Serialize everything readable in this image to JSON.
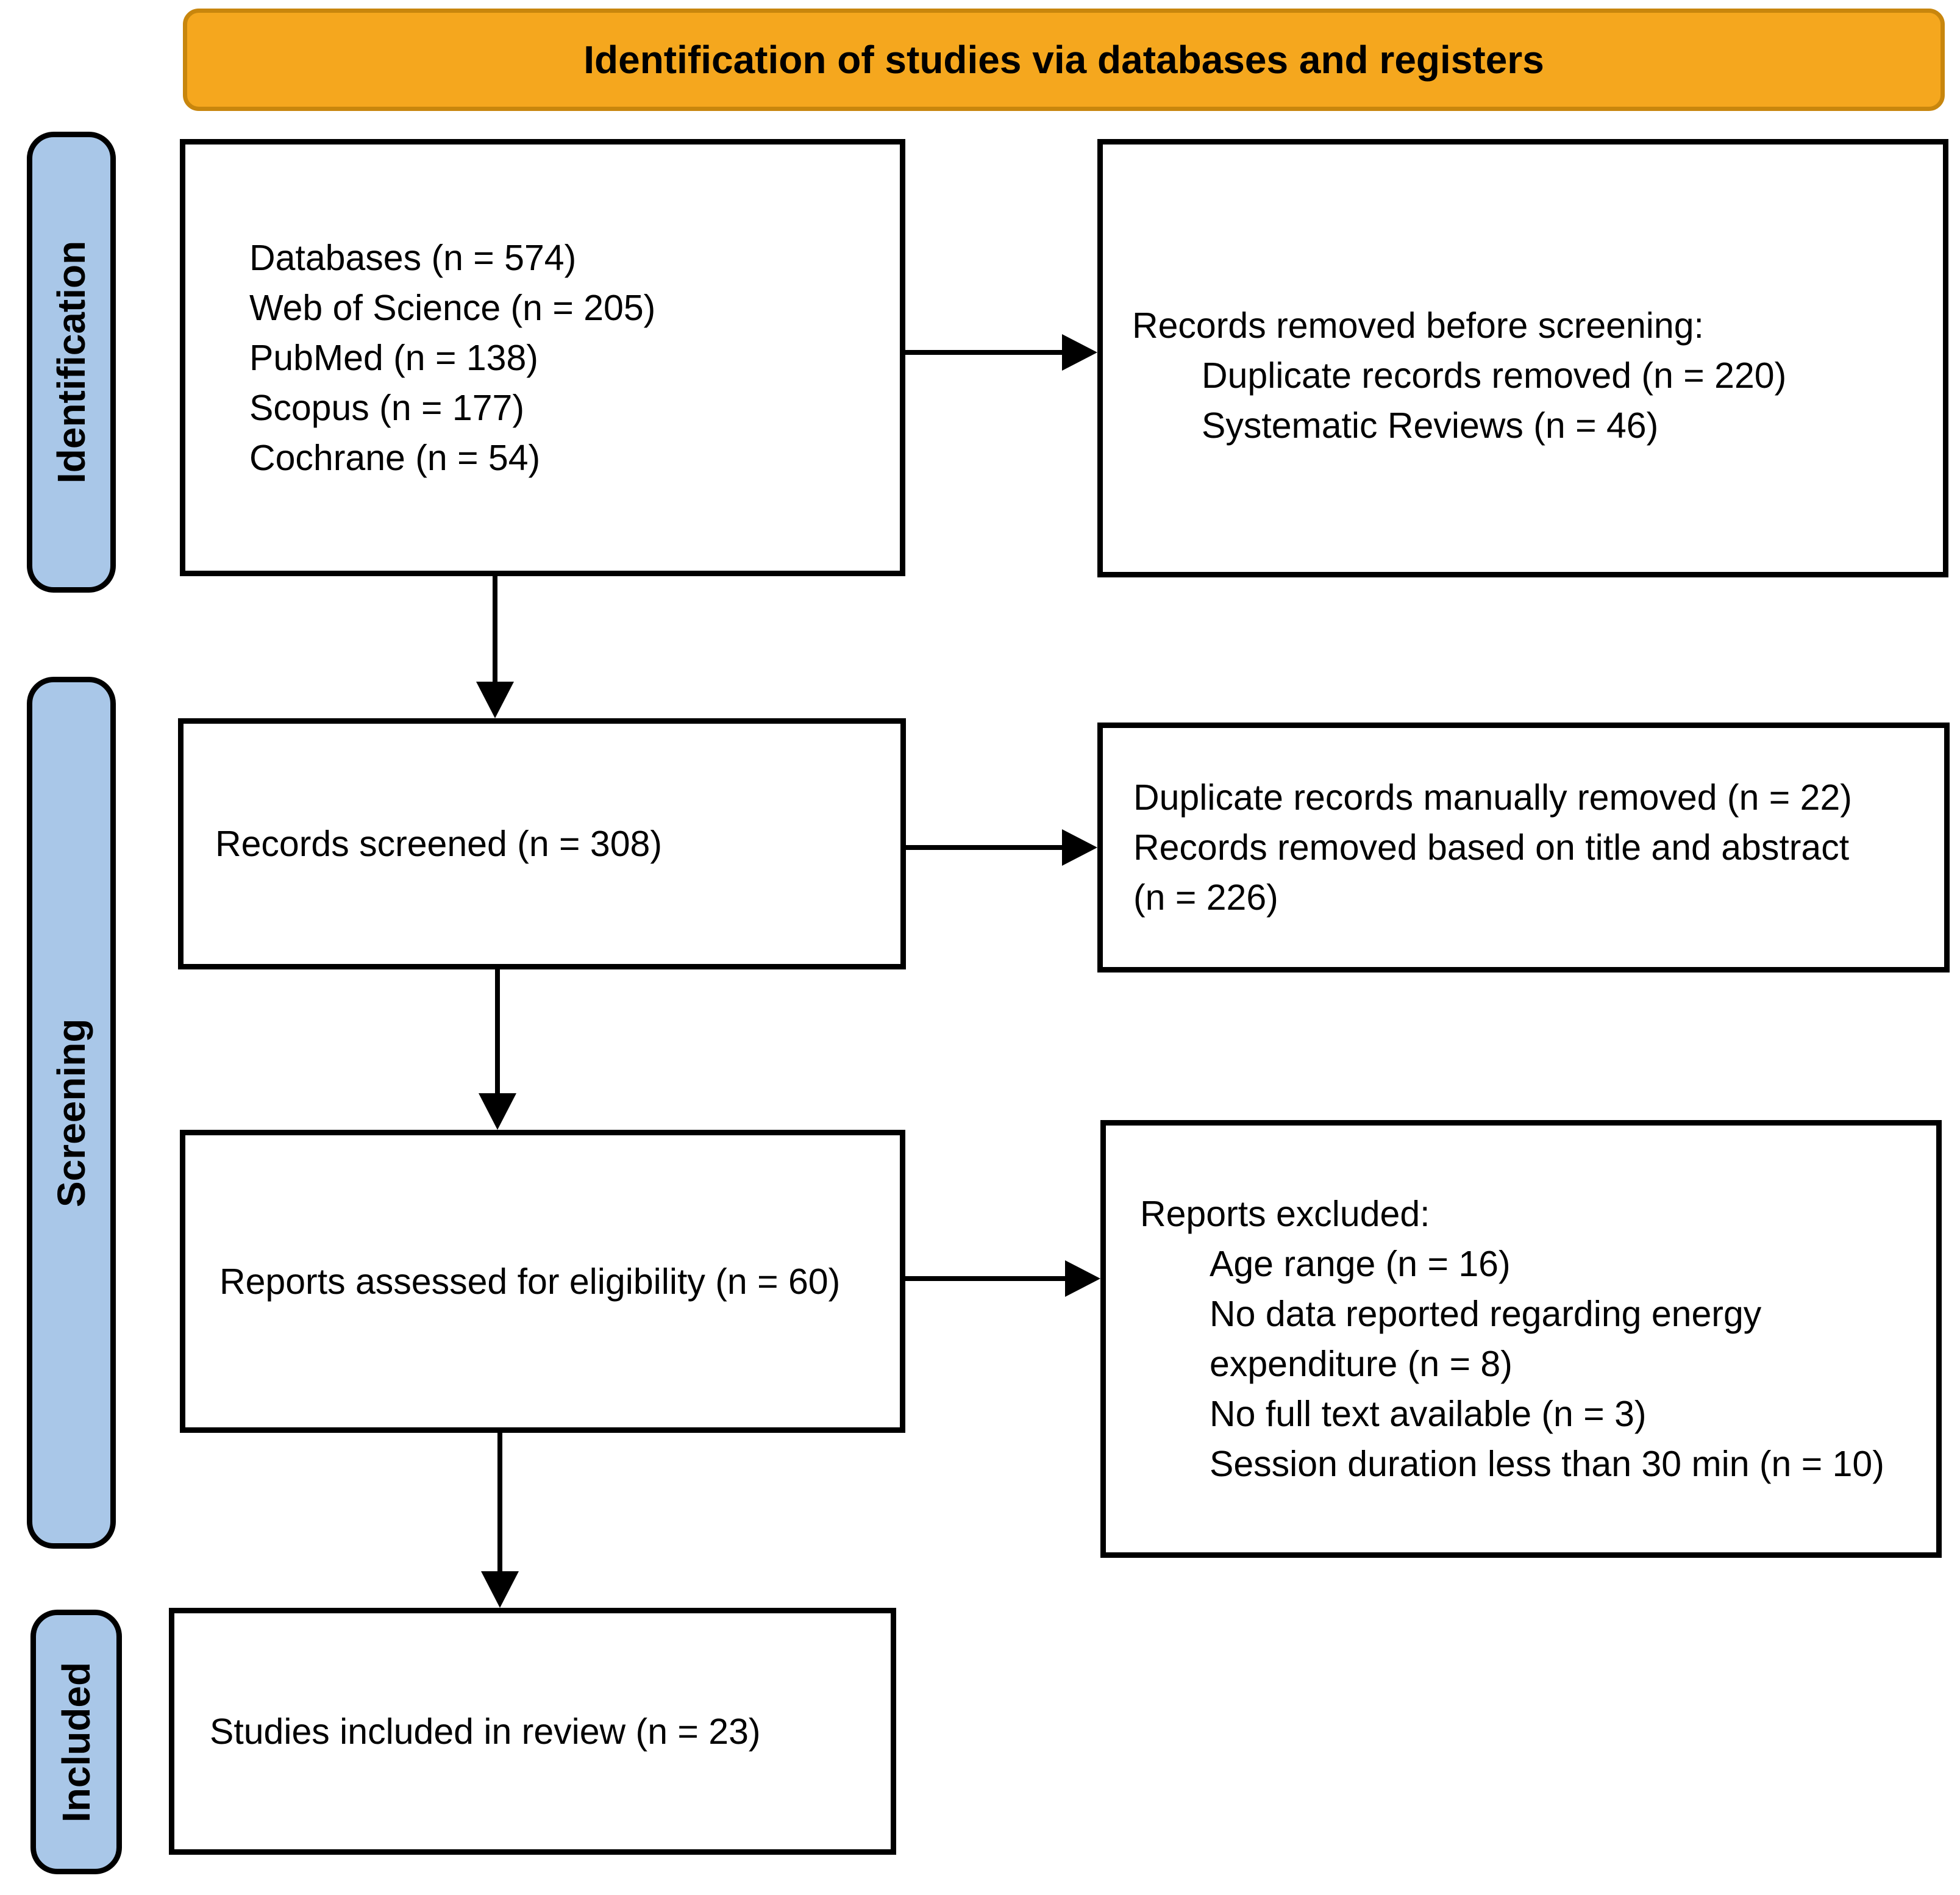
{
  "header": {
    "title": "Identification of studies via databases and registers"
  },
  "stages": [
    {
      "label": "Identification"
    },
    {
      "label": "Screening"
    },
    {
      "label": "Included"
    }
  ],
  "boxes": {
    "identification_records": {
      "lines": [
        "Databases (n = 574)",
        "Web of Science (n = 205)",
        "PubMed (n = 138)",
        "Scopus (n = 177)",
        "Cochrane (n = 54)"
      ]
    },
    "removed_before_screening": {
      "title": "Records removed before screening:",
      "items": [
        "Duplicate records removed (n = 220)",
        "Systematic Reviews (n = 46)"
      ]
    },
    "records_screened": {
      "text": "Records screened (n = 308)"
    },
    "records_removed_screening": {
      "items": [
        "Duplicate records manually removed (n = 22)",
        "Records removed based on title and abstract (n = 226)"
      ]
    },
    "reports_assessed": {
      "text": "Reports assessed for eligibility (n = 60)"
    },
    "reports_excluded": {
      "title": "Reports excluded:",
      "items": [
        "Age range (n = 16)",
        "No data reported regarding energy expenditure (n = 8)",
        "No full text available (n = 3)",
        "Session duration less than 30 min (n = 10)"
      ]
    },
    "studies_included": {
      "text": "Studies included in review (n = 23)"
    }
  },
  "colors": {
    "banner_fill": "#F5A71E",
    "banner_border": "#C8860D",
    "stage_fill": "#A9C7E8",
    "box_border": "#000000"
  }
}
